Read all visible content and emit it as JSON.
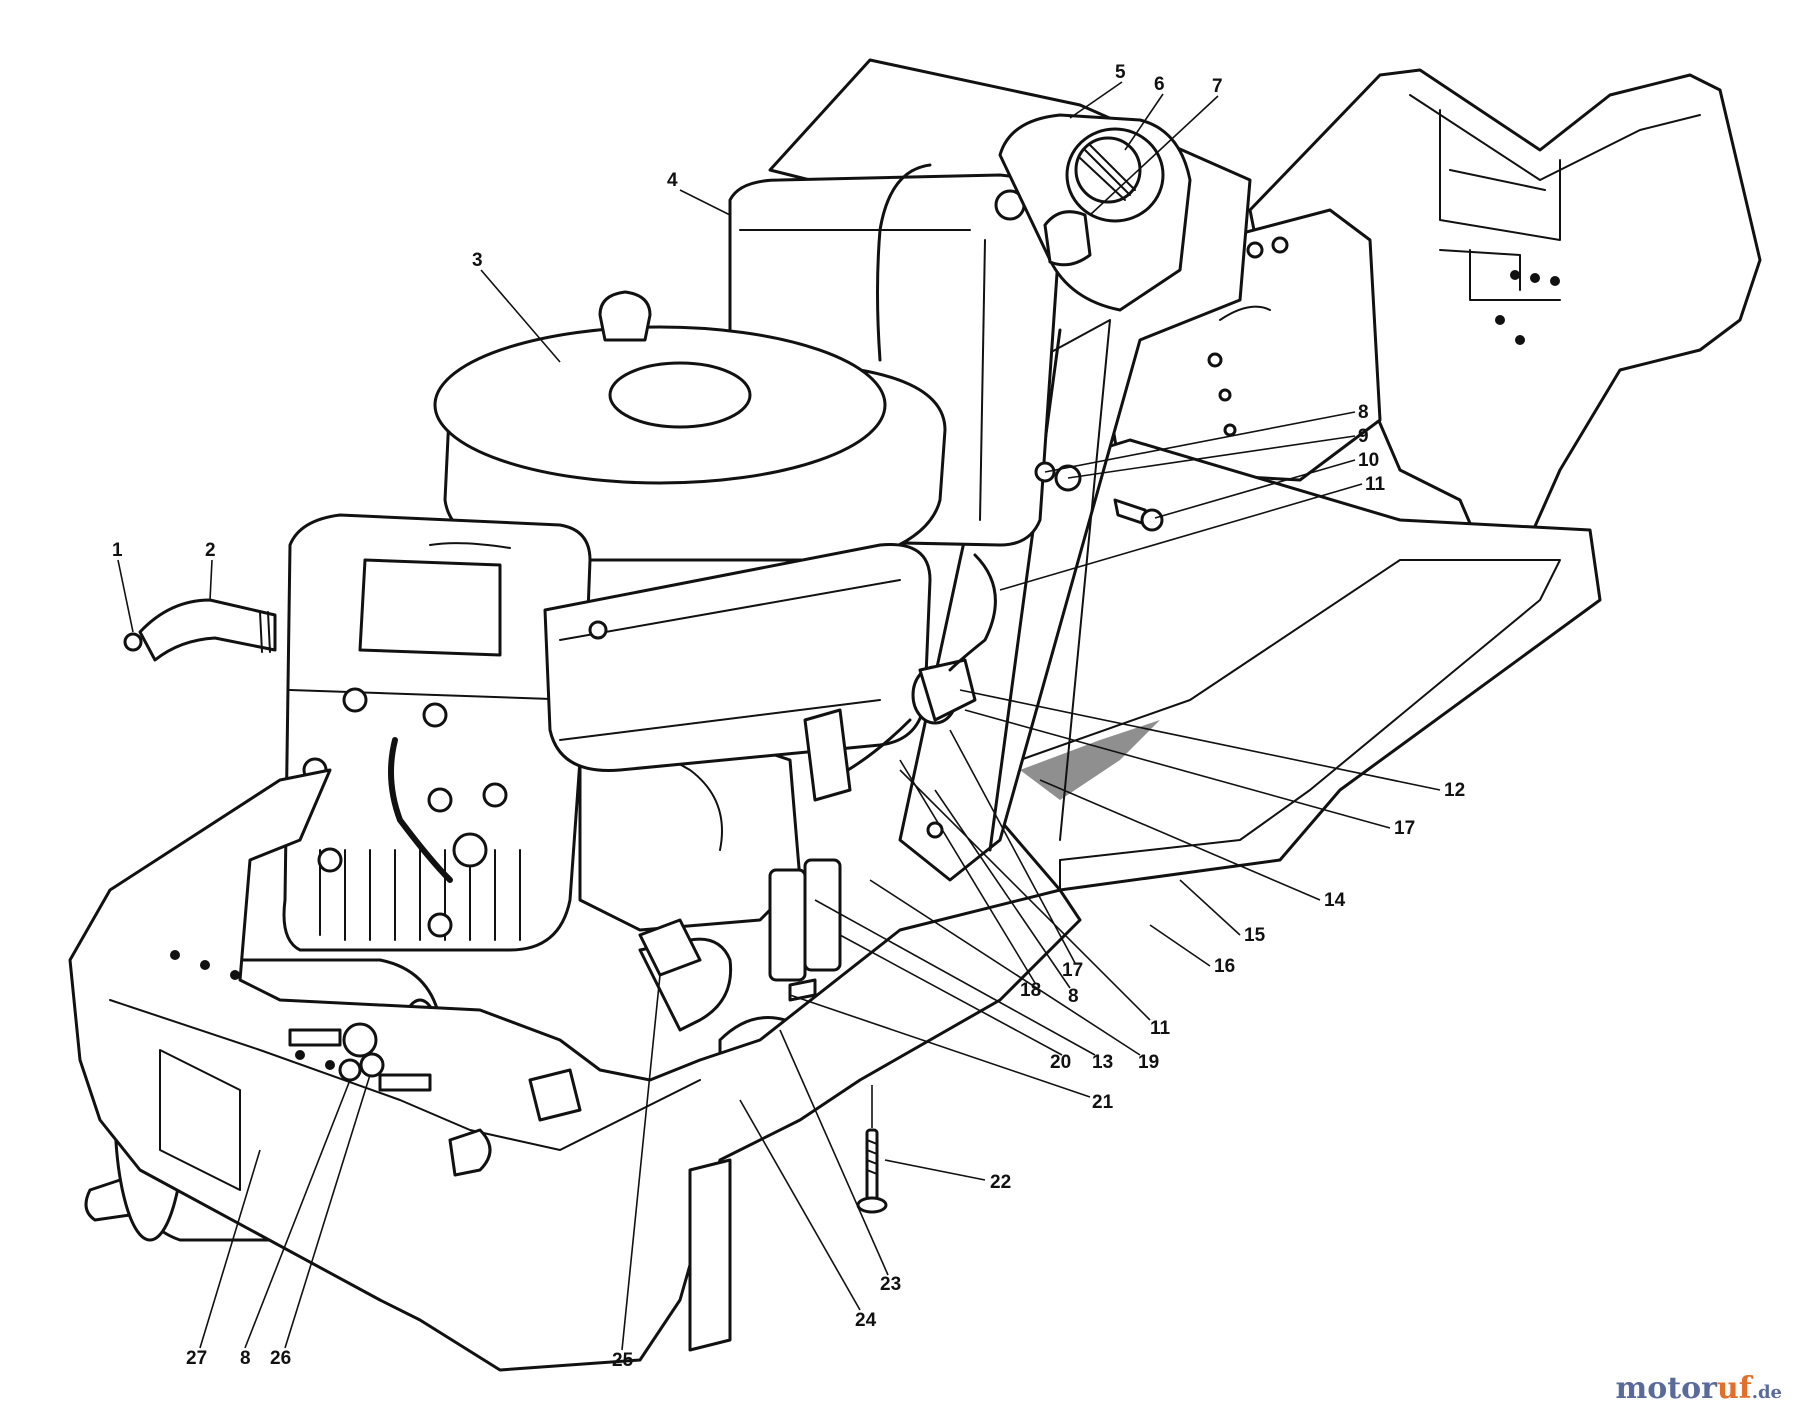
{
  "watermark": {
    "brand_part1": "motor",
    "brand_part2": "uf",
    "brand_tld": ".de"
  },
  "callouts": [
    {
      "id": "c1",
      "label": "1"
    },
    {
      "id": "c2",
      "label": "2"
    },
    {
      "id": "c3",
      "label": "3"
    },
    {
      "id": "c4",
      "label": "4"
    },
    {
      "id": "c5",
      "label": "5"
    },
    {
      "id": "c6",
      "label": "6"
    },
    {
      "id": "c7",
      "label": "7"
    },
    {
      "id": "c8a",
      "label": "8"
    },
    {
      "id": "c9",
      "label": "9"
    },
    {
      "id": "c10",
      "label": "10"
    },
    {
      "id": "c11a",
      "label": "11"
    },
    {
      "id": "c12",
      "label": "12"
    },
    {
      "id": "c17a",
      "label": "17"
    },
    {
      "id": "c14",
      "label": "14"
    },
    {
      "id": "c15",
      "label": "15"
    },
    {
      "id": "c16",
      "label": "16"
    },
    {
      "id": "c17b",
      "label": "17"
    },
    {
      "id": "c18",
      "label": "18"
    },
    {
      "id": "c8b",
      "label": "8"
    },
    {
      "id": "c11b",
      "label": "11"
    },
    {
      "id": "c19",
      "label": "19"
    },
    {
      "id": "c20",
      "label": "20"
    },
    {
      "id": "c13",
      "label": "13"
    },
    {
      "id": "c21",
      "label": "21"
    },
    {
      "id": "c22",
      "label": "22"
    },
    {
      "id": "c23",
      "label": "23"
    },
    {
      "id": "c24",
      "label": "24"
    },
    {
      "id": "c25",
      "label": "25"
    },
    {
      "id": "c26",
      "label": "26"
    },
    {
      "id": "c8c",
      "label": "8"
    },
    {
      "id": "c27",
      "label": "27"
    }
  ]
}
